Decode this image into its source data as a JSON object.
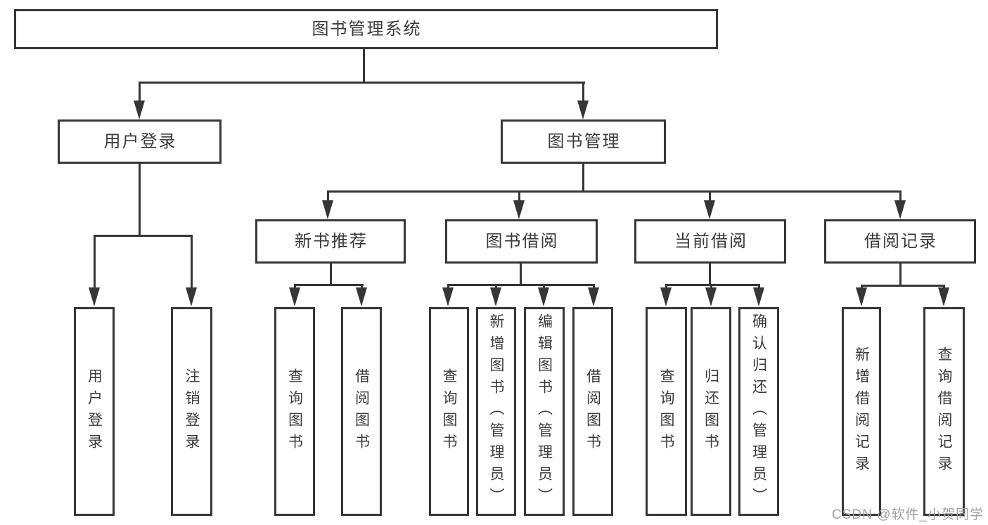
{
  "diagram_title": "图书管理系统",
  "colors": {
    "border": "#363636",
    "line": "#363636",
    "text": "#3a3a3a",
    "box_fill": "#ffffff",
    "background": "#ffffff",
    "watermark": "#a0a0a5"
  },
  "tree": {
    "root": "图书管理系统",
    "children": [
      {
        "label": "用户登录",
        "children": [
          "用户登录",
          "注销登录"
        ]
      },
      {
        "label": "图书管理",
        "children": [
          {
            "label": "新书推荐",
            "children": [
              "查询图书",
              "借阅图书"
            ]
          },
          {
            "label": "图书借阅",
            "children": [
              "查询图书",
              "新增图书（管理员）",
              "编辑图书（管理员）",
              "借阅图书"
            ]
          },
          {
            "label": "当前借阅",
            "children": [
              "查询图书",
              "归还图书",
              "确认归还（管理员）"
            ]
          },
          {
            "label": "借阅记录",
            "children": [
              "新增借阅记录",
              "查询借阅记录"
            ]
          }
        ]
      }
    ]
  },
  "watermark": {
    "text": "CSDN @软件_小贺同学"
  }
}
